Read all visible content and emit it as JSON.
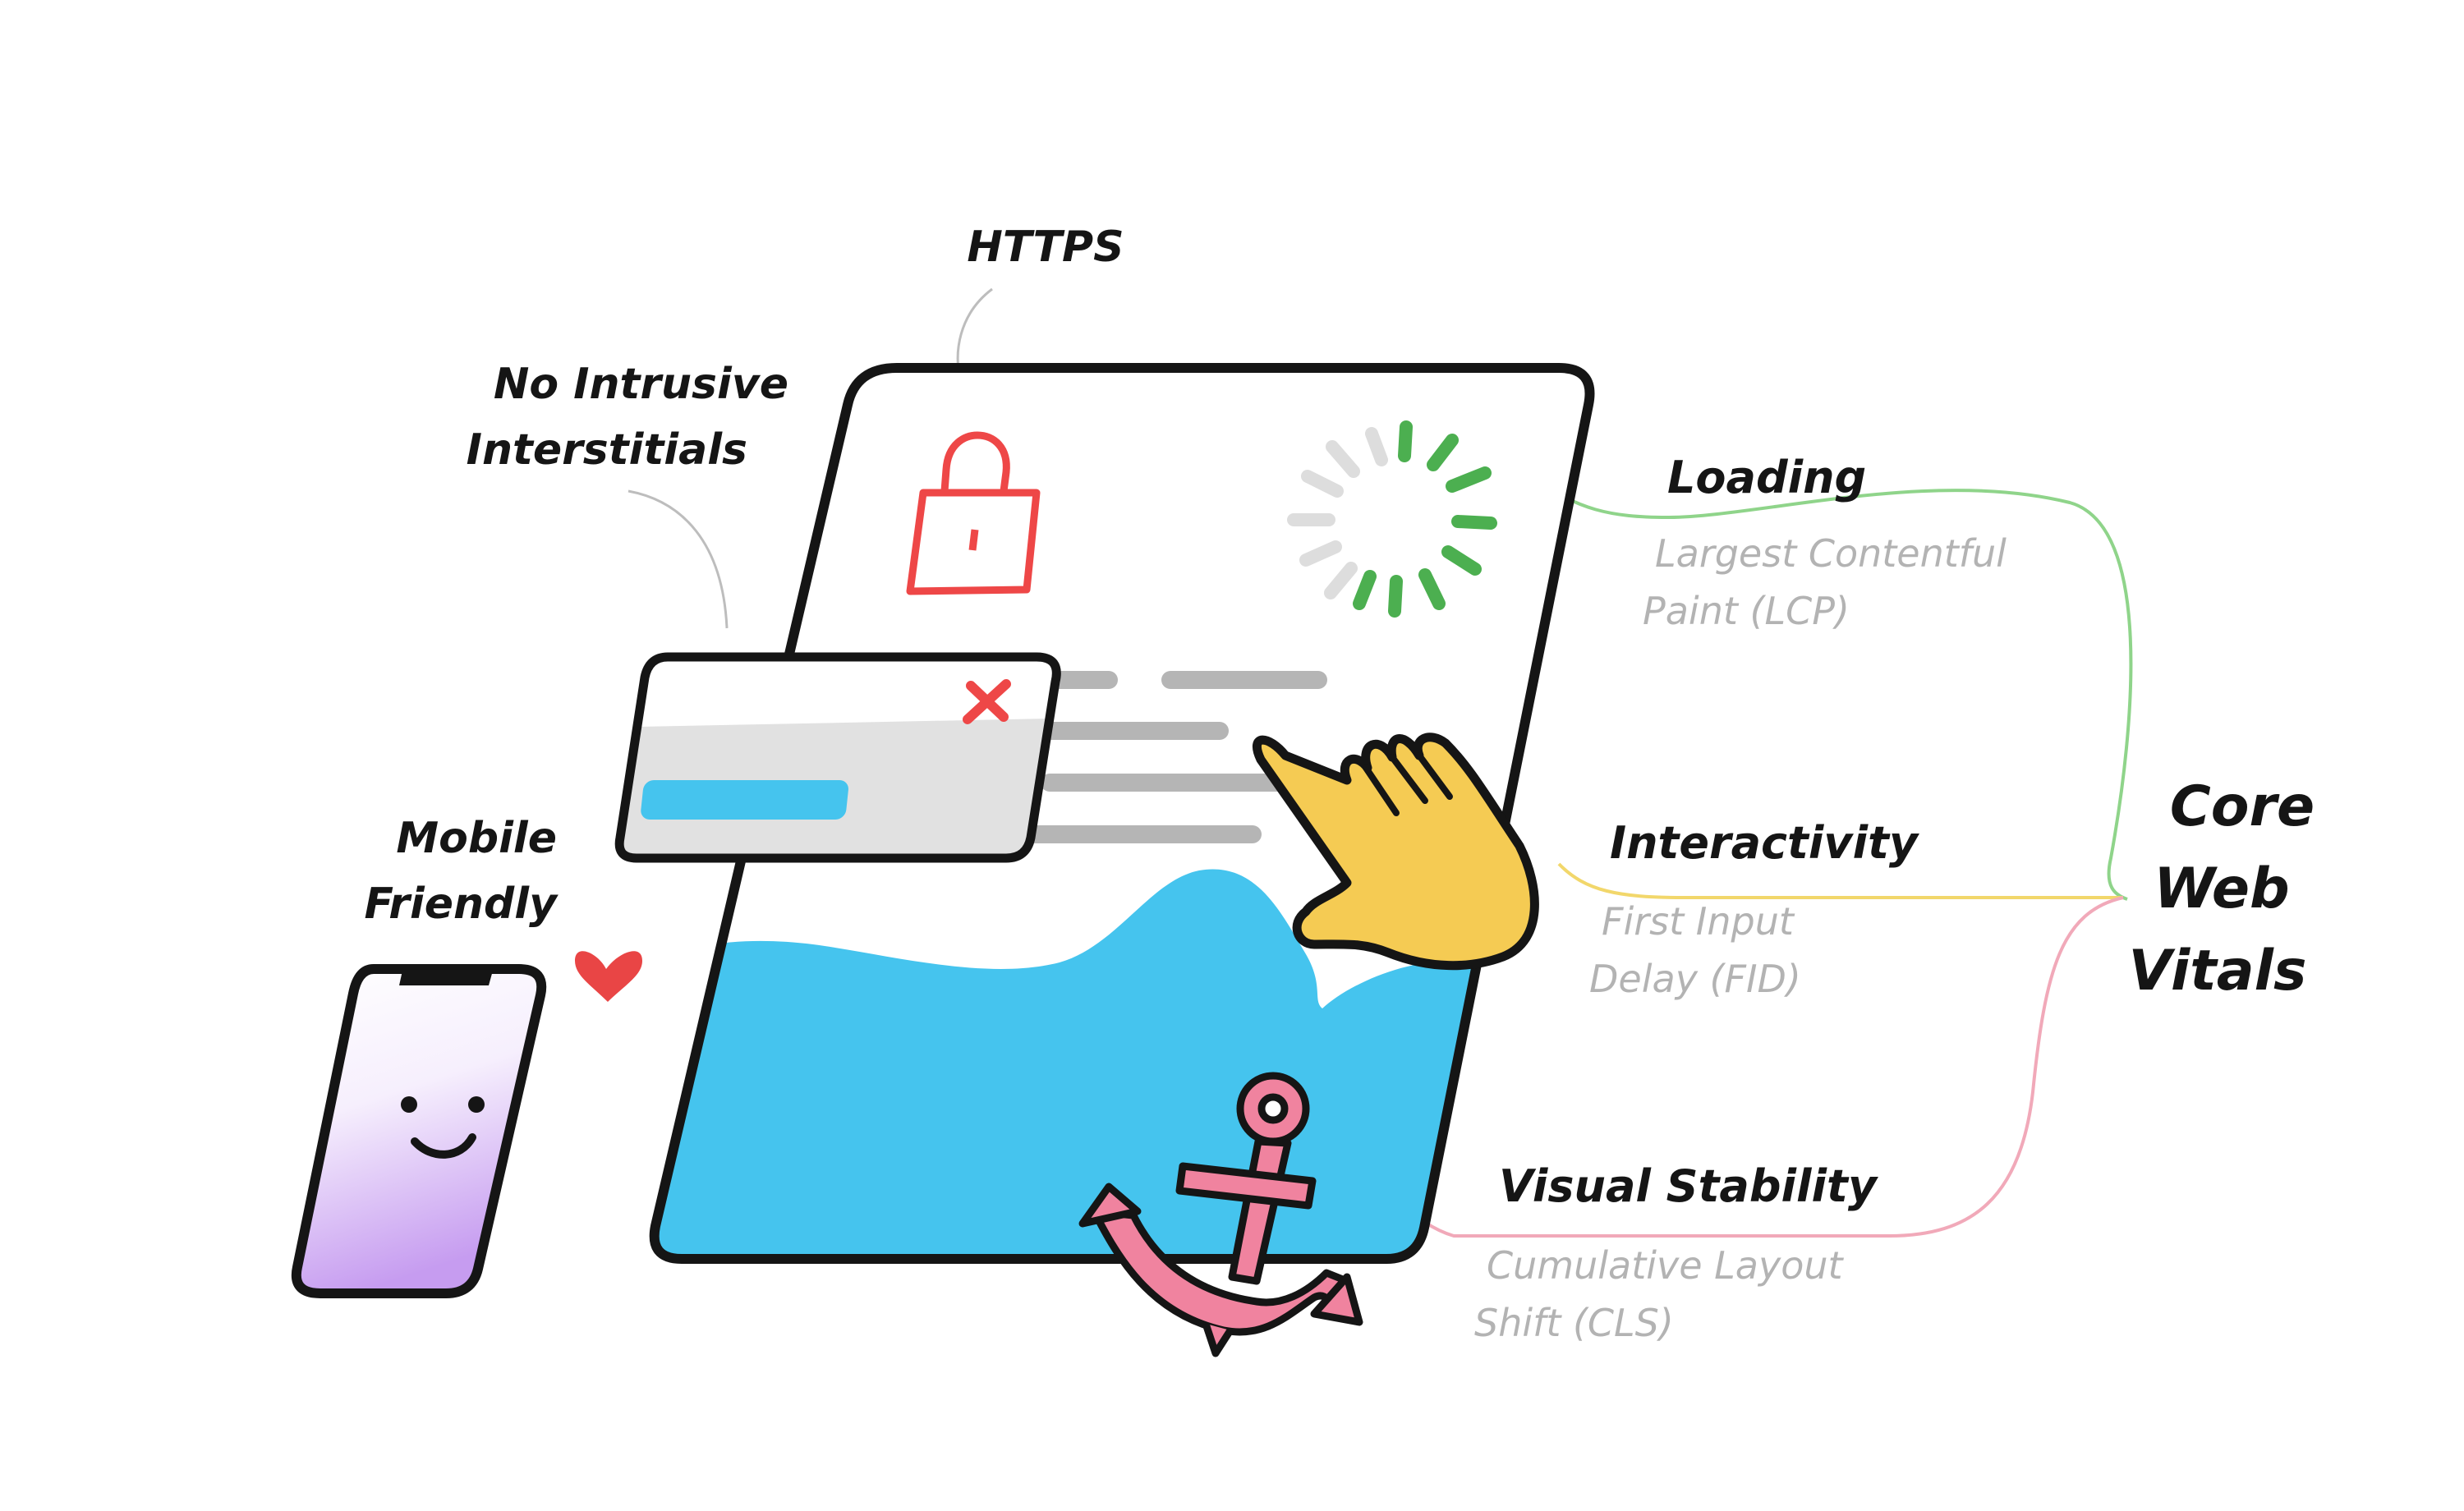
{
  "labels": {
    "https": "HTTPS",
    "no_intrusive": [
      "No Intrusive",
      "Interstitials"
    ],
    "mobile": [
      "Mobile",
      "Friendly"
    ],
    "core": [
      "Core",
      "Web",
      "Vitals"
    ]
  },
  "metrics": [
    {
      "title": "Loading",
      "desc": [
        "Largest Contentful",
        "Paint (LCP)"
      ],
      "color": "#8fd48a"
    },
    {
      "title": "Interactivity",
      "desc": [
        "First Input",
        "Delay (FID)"
      ],
      "color": "#f2d76b"
    },
    {
      "title": "Visual Stability",
      "desc": [
        "Cumulative Layout",
        "Shift (CLS)"
      ],
      "color": "#f1a9b9"
    }
  ],
  "colors": {
    "outline": "#151515",
    "wave": "#45c4ee",
    "lock": "#ee4747",
    "spinner_green": "#4caf50",
    "spinner_gray": "#dddddd",
    "hand": "#f5cb53",
    "anchor": "#f0839f",
    "heart": "#e94545",
    "modal_button": "#45c4ee",
    "text_bars": "#b5b5b5",
    "phone_gradient_end": "#c69cf0"
  },
  "icons": [
    "lock-icon",
    "loading-spinner-icon",
    "close-icon",
    "pointing-hand-icon",
    "anchor-icon",
    "heart-icon",
    "smiley-phone-icon"
  ]
}
